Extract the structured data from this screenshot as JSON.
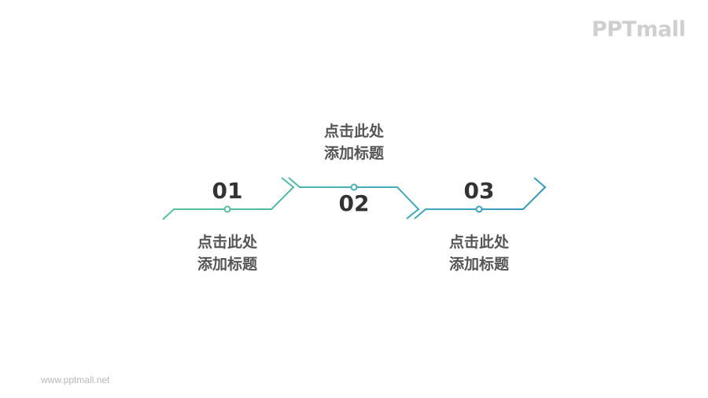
{
  "logo": {
    "text": "PPTmall"
  },
  "footer": {
    "url": "www.pptmall.net"
  },
  "colors": {
    "step1": "#52bfa0",
    "step2": "#45b0b8",
    "step3": "#3a9cc0",
    "text_num": "#333333",
    "text_title": "#555555"
  },
  "steps": [
    {
      "number": "01",
      "title_line1": "点击此处",
      "title_line2": "添加标题"
    },
    {
      "number": "02",
      "title_line1": "点击此处",
      "title_line2": "添加标题"
    },
    {
      "number": "03",
      "title_line1": "点击此处",
      "title_line2": "添加标题"
    }
  ]
}
